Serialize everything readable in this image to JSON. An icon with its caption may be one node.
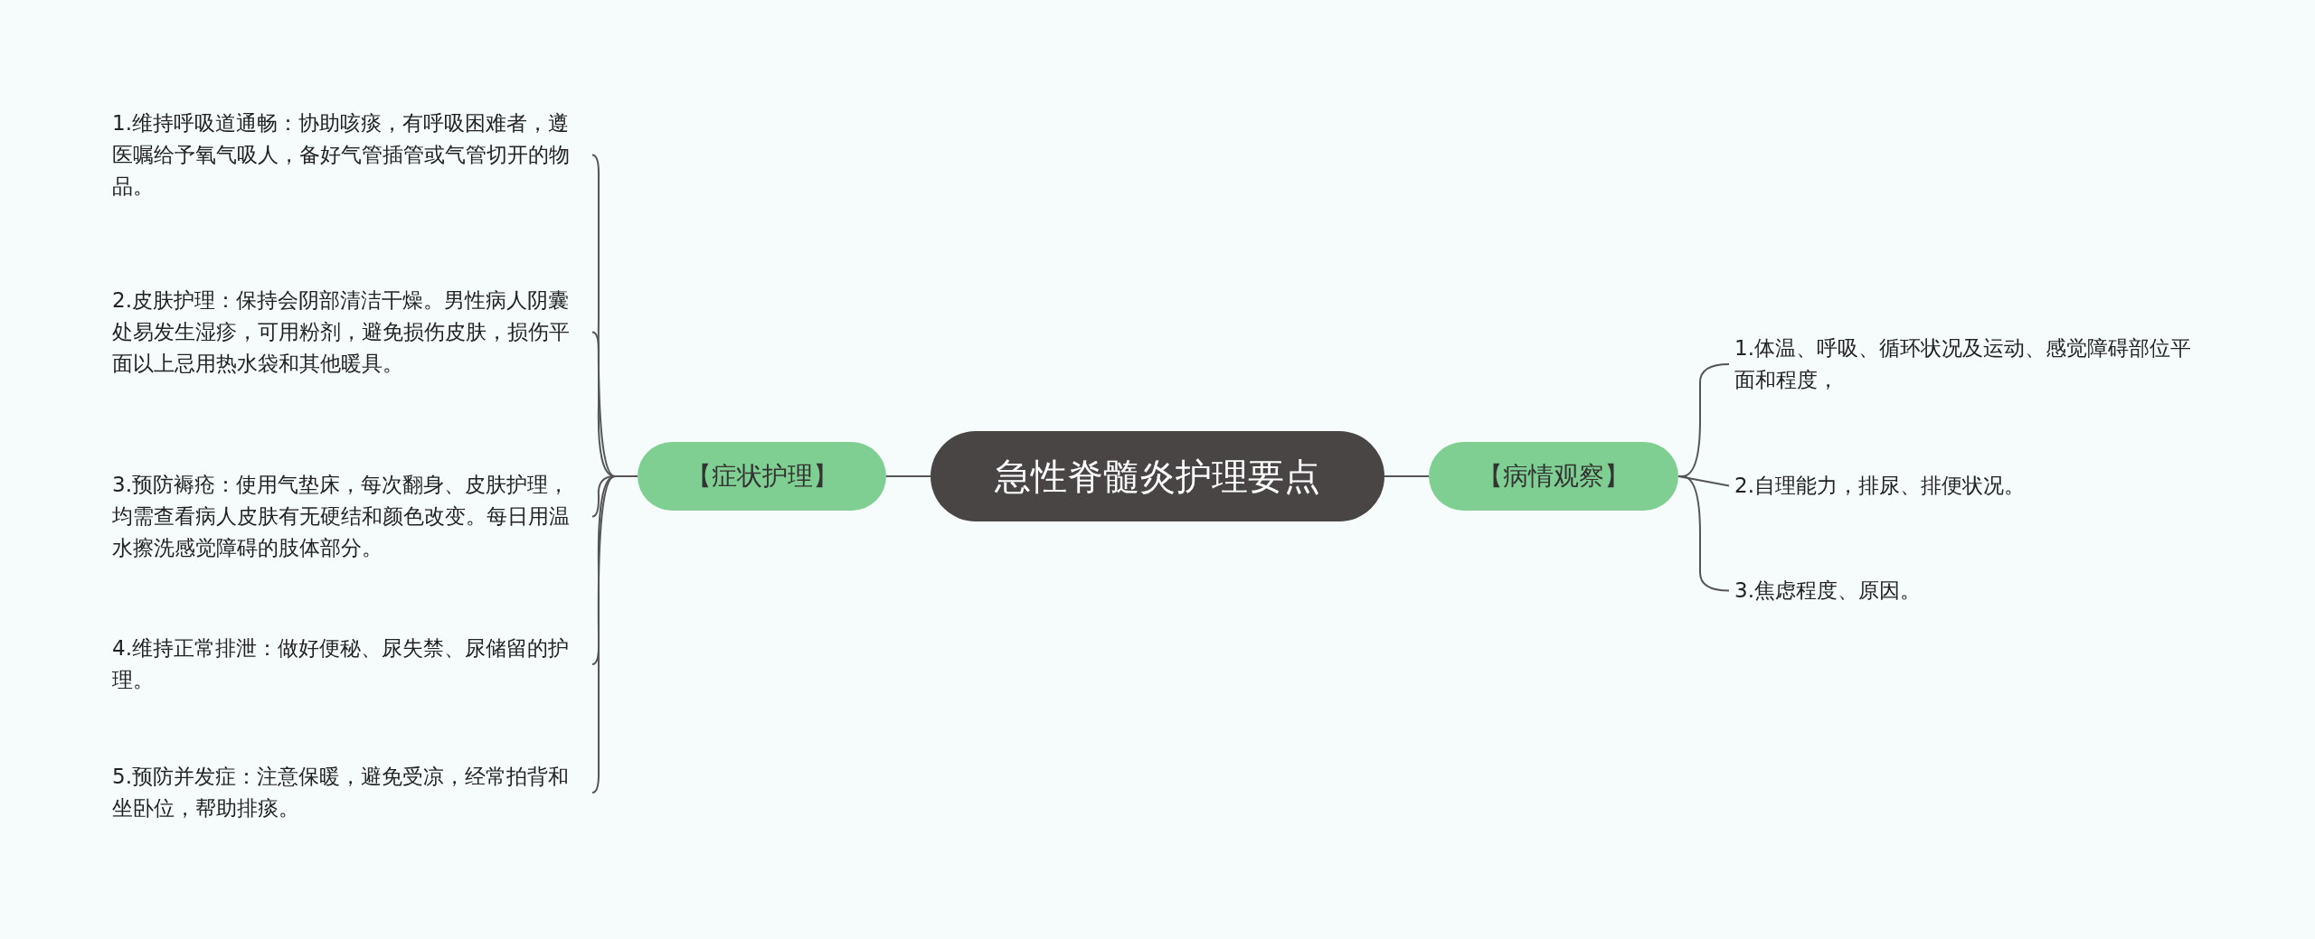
{
  "diagram": {
    "nodes": [
      {
        "text": [
          "急性脊髓炎护理要点"
        ]
      },
      {
        "text": [
          "【症状护理】"
        ]
      },
      {
        "text": [
          "1.维持呼吸道通畅：协助咳痰，有呼吸困难者，遵医嘱给予氧气吸人，备好气管插管或气管切开的物品。"
        ]
      },
      {
        "text": [
          "2.皮肤护理：保持会阴部清洁干燥。男性病人阴囊处易发生湿疹，可用粉剂，避免损伤皮肤，损伤平面以上忌用热水袋和其他暖具。"
        ]
      },
      {
        "text": [
          "3.预防褥疮：使用气垫床，每次翻身、皮肤护理，均需查看病人皮肤有无硬结和颜色改变。每日用温水擦洗感觉障碍的肢体部分。"
        ]
      },
      {
        "text": [
          "4.维持正常排泄：做好便秘、尿失禁、尿储留的护理。"
        ]
      },
      {
        "text": [
          "5.预防并发症：注意保暖，避免受凉，经常拍背和坐卧位，帮助排痰。"
        ]
      },
      {
        "text": [
          "【病情观察】"
        ]
      },
      {
        "text": [
          "1.体温、呼吸、循环状况及运动、感觉障碍部位平面和程度，"
        ]
      },
      {
        "text": [
          "2.自理能力，排尿、排便状况。"
        ]
      },
      {
        "text": [
          "3.焦虑程度、原因。"
        ]
      }
    ],
    "edges": [
      {
        "from": 0,
        "to": 1,
        "arrow": "none"
      },
      {
        "from": 0,
        "to": 7,
        "arrow": "none"
      },
      {
        "from": 1,
        "to": 2,
        "arrow": "none"
      },
      {
        "from": 1,
        "to": 3,
        "arrow": "none"
      },
      {
        "from": 1,
        "to": 4,
        "arrow": "none"
      },
      {
        "from": 1,
        "to": 5,
        "arrow": "none"
      },
      {
        "from": 1,
        "to": 6,
        "arrow": "none"
      },
      {
        "from": 7,
        "to": 8,
        "arrow": "none"
      },
      {
        "from": 7,
        "to": 9,
        "arrow": "none"
      },
      {
        "from": 7,
        "to": 10,
        "arrow": "none"
      }
    ]
  }
}
